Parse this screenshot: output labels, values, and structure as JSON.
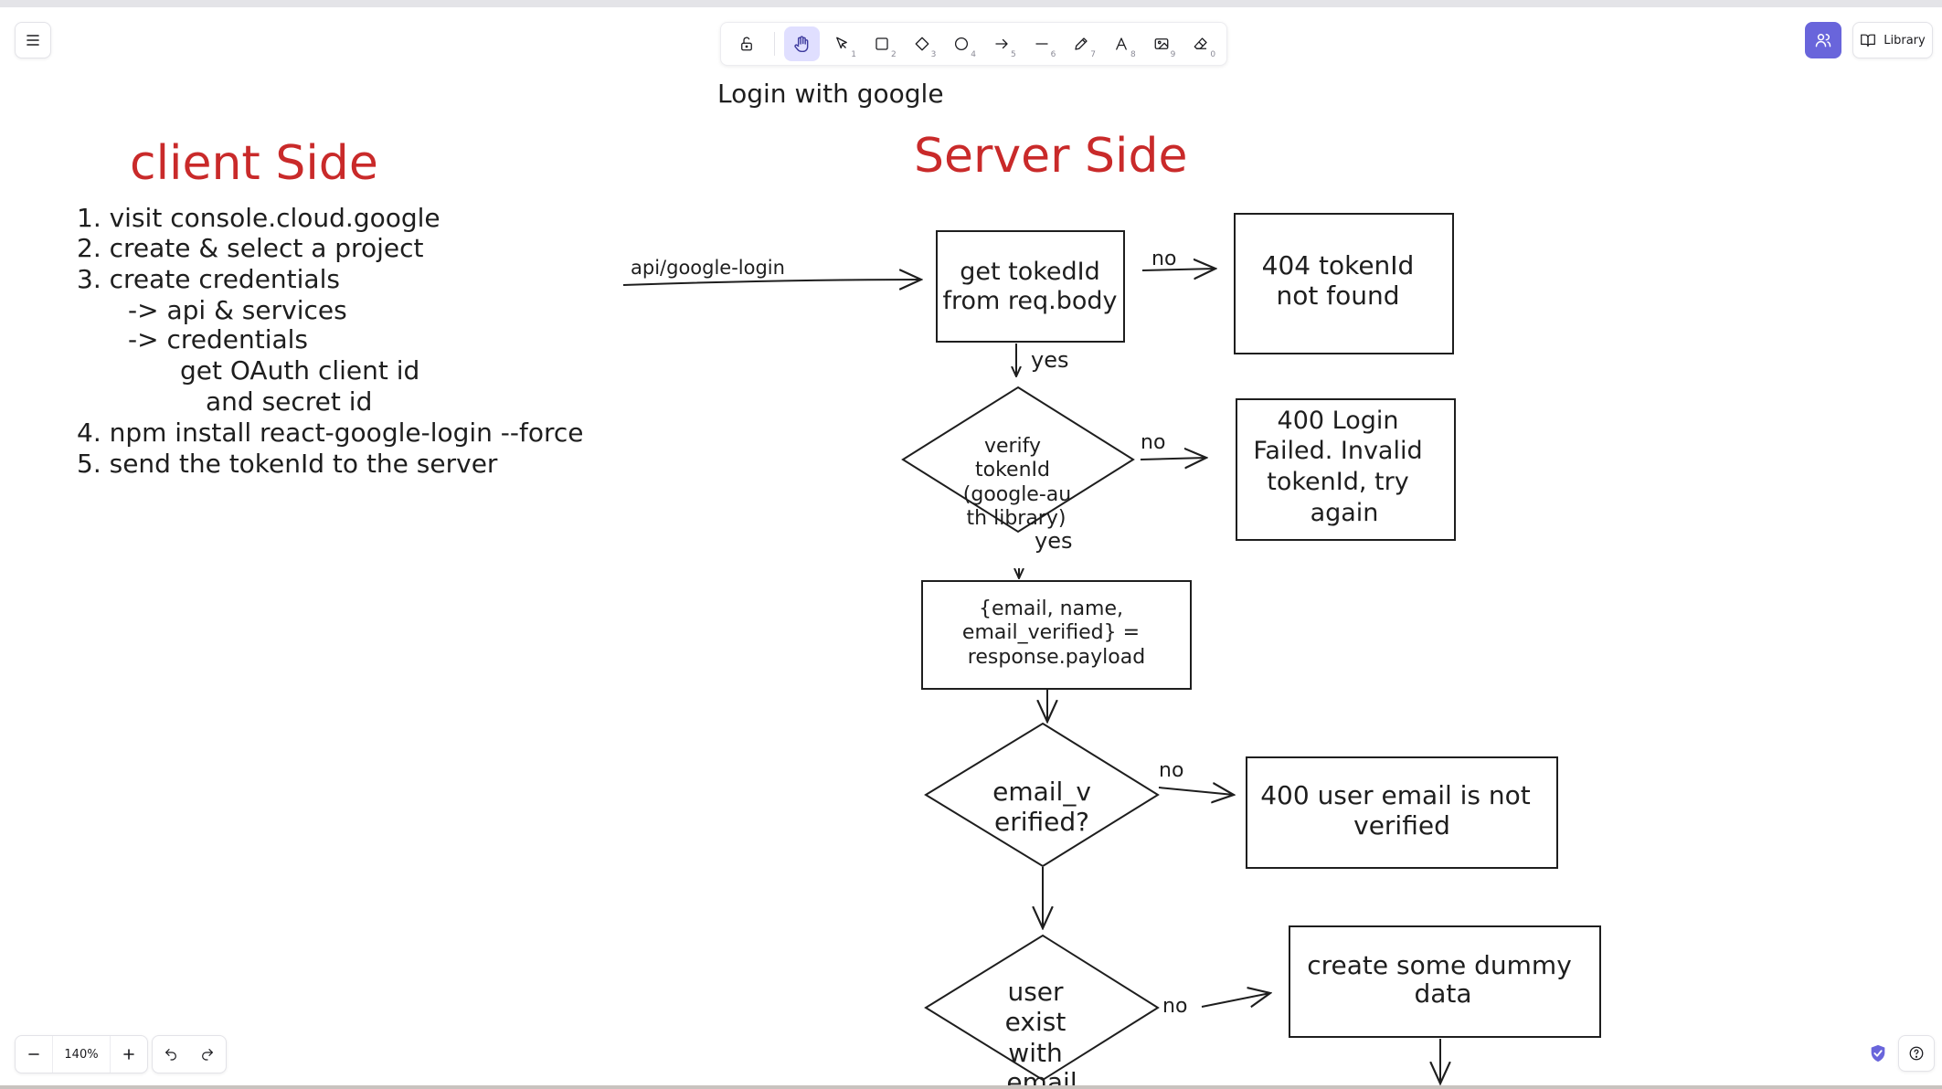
{
  "toolbar": {
    "tools": [
      {
        "name": "hand",
        "key": ""
      },
      {
        "name": "selection",
        "key": "1"
      },
      {
        "name": "rectangle",
        "key": "2"
      },
      {
        "name": "diamond",
        "key": "3"
      },
      {
        "name": "ellipse",
        "key": "4"
      },
      {
        "name": "arrow",
        "key": "5"
      },
      {
        "name": "line",
        "key": "6"
      },
      {
        "name": "draw",
        "key": "7"
      },
      {
        "name": "text",
        "key": "8"
      },
      {
        "name": "image",
        "key": "9"
      },
      {
        "name": "eraser",
        "key": "0"
      }
    ]
  },
  "header": {
    "library_label": "Library"
  },
  "footer": {
    "zoom": "140%"
  },
  "canvas": {
    "title": "Login with google",
    "client_heading": "client Side",
    "server_heading": "Server Side",
    "client_steps": [
      "1. visit console.cloud.google",
      "2. create & select a project",
      "3. create credentials",
      "-> api & services",
      "-> credentials",
      "get OAuth client id",
      "and secret id",
      "4. npm install react-google-login --force",
      "5. send the tokenId to the server"
    ],
    "endpoint_label": "api/google-login",
    "nodes": {
      "get_token": [
        "get tokedId",
        "from req.body"
      ],
      "not_found": [
        "404 tokenId",
        "not found"
      ],
      "verify": [
        "verify",
        "tokenId",
        "(google-au",
        "th library)"
      ],
      "login_failed": [
        "400 Login",
        "Failed. Invalid",
        "tokenId, try",
        "again"
      ],
      "payload": [
        "{email, name,",
        "email_verified} =",
        "response.payload"
      ],
      "email_verified": [
        "email_v",
        "erified?"
      ],
      "not_verified": [
        "400 user email is not",
        "verified"
      ],
      "user_exist": [
        "user",
        "exist",
        "with",
        "email"
      ],
      "dummy": [
        "create some dummy",
        "data"
      ]
    },
    "edge_labels": {
      "no1": "no",
      "yes1": "yes",
      "no2": "no",
      "yes2": "yes",
      "no3": "no",
      "no4": "no"
    },
    "colors": {
      "accent_red": "#c92a2a",
      "stroke": "#1e1e1e",
      "primary": "#6965db"
    }
  }
}
